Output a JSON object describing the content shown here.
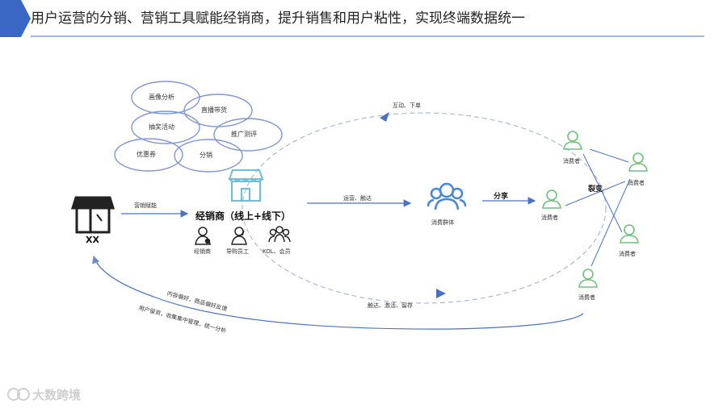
{
  "title": "用户运营的分销、营销工具赋能经销商，提升销售和用户粘性，实现终端数据统一",
  "bubbles": {
    "b1": "画像分析",
    "b2": "直播带货",
    "b3": "抽奖活动",
    "b4": "推广测评",
    "b5": "优惠券",
    "b6": "分销"
  },
  "store_label": "XX",
  "empower_label": "营销赋能",
  "distributor_title": "经销商（线上+线下）",
  "roles": [
    "经销商",
    "导购员工",
    "KOL、会员"
  ],
  "ops_label": "运营、触达",
  "group_label": "消费群体",
  "share_label": "分享",
  "fission_label": "裂变",
  "consumer_label": "消费者",
  "interact_label": "互动、下单",
  "reach_label": "触达、激活、留存",
  "feedback": {
    "line1": "内容偏好，商品偏好反馈",
    "line2": "用户留资，收集集中管理，统一分析"
  },
  "watermark": "大数跨境",
  "colors": {
    "accent": "#4a72c4",
    "bubble": "#7f96d6",
    "consumer": "#6ec27a",
    "store_icon": "#6cc0d6",
    "group_icon": "#4a86d8"
  }
}
